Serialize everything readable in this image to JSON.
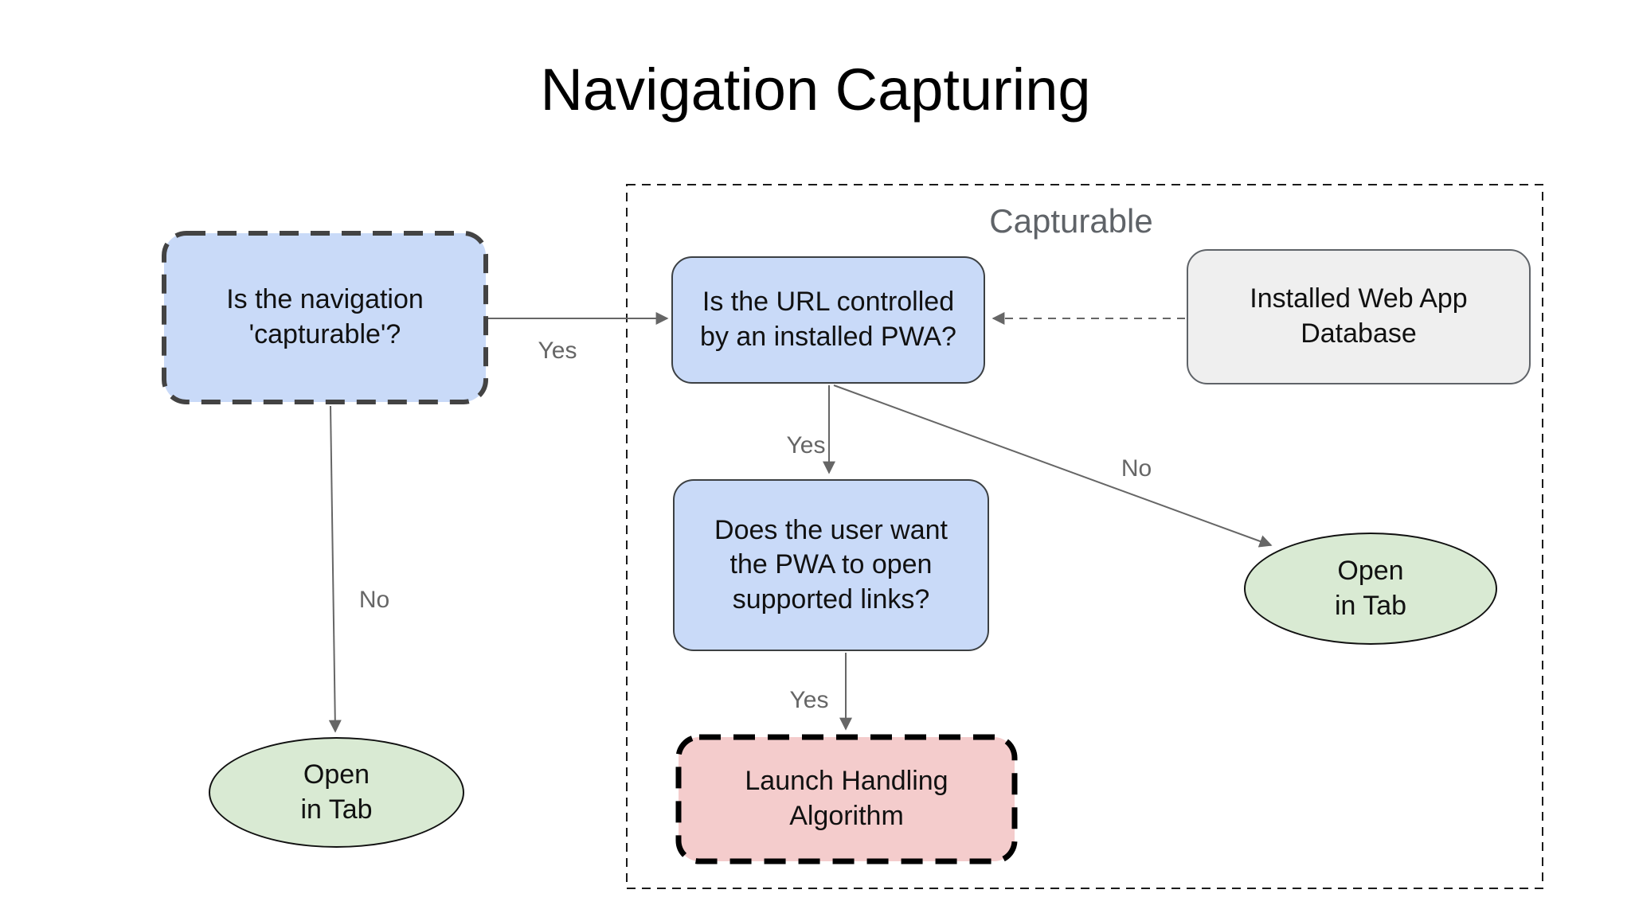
{
  "diagram": {
    "title": "Navigation Capturing",
    "group": {
      "label": "Capturable"
    },
    "nodes": {
      "capturable_q": {
        "text": "Is the navigation\n'capturable'?",
        "fill": "#c9daf8",
        "border": "#434343",
        "border_style": "dashed"
      },
      "url_q": {
        "text": "Is the URL controlled\nby an installed PWA?",
        "fill": "#c9daf8",
        "border": "#3c4043",
        "border_style": "solid"
      },
      "database": {
        "text": "Installed Web App\nDatabase",
        "fill": "#efefef",
        "border": "#5f6368",
        "border_style": "solid"
      },
      "user_q": {
        "text": "Does the user want\nthe PWA to open\nsupported links?",
        "fill": "#c9daf8",
        "border": "#3c4043",
        "border_style": "solid"
      },
      "launch": {
        "text": "Launch Handling\nAlgorithm",
        "fill": "#f4cccc",
        "border": "#000000",
        "border_style": "dashed"
      },
      "open_tab_left": {
        "text": "Open\nin Tab",
        "fill": "#d9ead3",
        "border": "#111111",
        "shape": "ellipse"
      },
      "open_tab_right": {
        "text": "Open\nin Tab",
        "fill": "#d9ead3",
        "border": "#111111",
        "shape": "ellipse"
      }
    },
    "edges": {
      "capturable_yes": {
        "label": "Yes"
      },
      "capturable_no": {
        "label": "No"
      },
      "url_yes": {
        "label": "Yes"
      },
      "url_no": {
        "label": "No"
      },
      "user_yes": {
        "label": "Yes"
      }
    },
    "colors": {
      "background": "#ffffff",
      "arrow": "#666666",
      "edge_label": "#666666",
      "group_border": "#1a1a1a",
      "group_label": "#5f6368",
      "title_text": "#000000",
      "node_text": "#111111"
    }
  }
}
